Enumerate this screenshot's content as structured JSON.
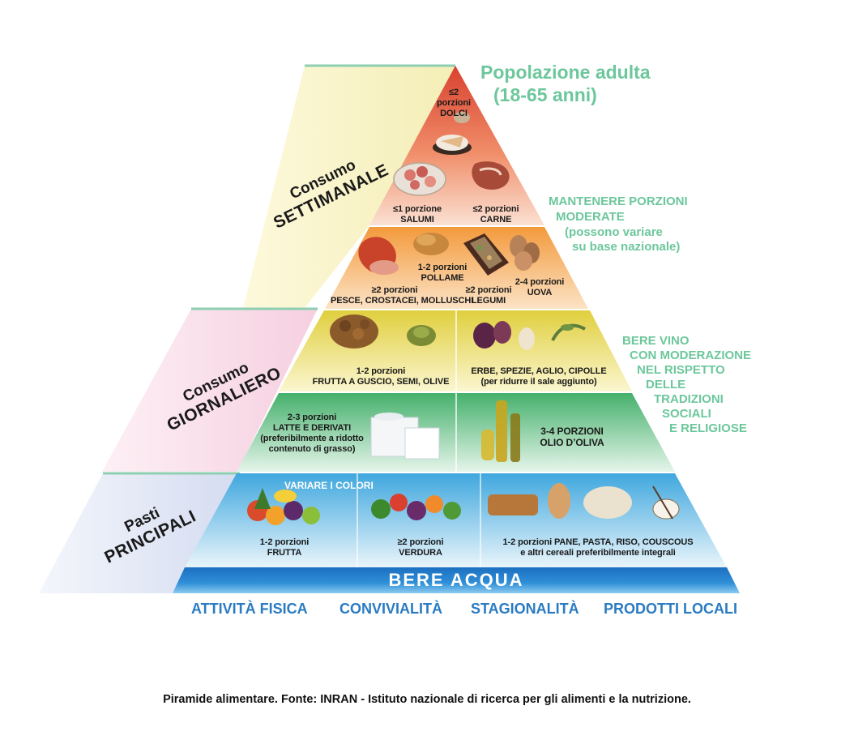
{
  "header": {
    "population": [
      "Popolazione adulta",
      "(18-65 anni)"
    ]
  },
  "sections": {
    "weekly": {
      "line1": "Consumo",
      "line2": "SETTIMANALE"
    },
    "daily": {
      "line1": "Consumo",
      "line2": "GIORNALIERO"
    },
    "main": {
      "line1": "Pasti",
      "line2": "PRINCIPALI"
    }
  },
  "notes": {
    "moderate": [
      "MANTENERE PORZIONI",
      "MODERATE",
      "(possono variare",
      "su base nazionale)"
    ],
    "wine": [
      "BERE VINO",
      "CON MODERAZIONE",
      "NEL RISPETTO",
      "DELLE",
      "TRADIZIONI",
      "SOCIALI",
      "E RELIGIOSE"
    ]
  },
  "tiers": {
    "dolci": [
      "≤2",
      "porzioni",
      "DOLCI"
    ],
    "salumi": [
      "≤1 porzione",
      "SALUMI"
    ],
    "carne": [
      "≤2 porzioni",
      "CARNE"
    ],
    "pollame": [
      "1-2 porzioni",
      "POLLAME"
    ],
    "pesce": [
      "≥2 porzioni",
      "PESCE, CROSTACEI, MOLLUSCHI"
    ],
    "legumi": [
      "≥2 porzioni",
      "LEGUMI"
    ],
    "uova": [
      "2-4 porzioni",
      "UOVA"
    ],
    "frutta_guscio": [
      "1-2 porzioni",
      "FRUTTA A GUSCIO, SEMI, OLIVE"
    ],
    "erbe": [
      "ERBE, SPEZIE, AGLIO, CIPOLLE",
      "(per ridurre il sale aggiunto)"
    ],
    "latte": [
      "2-3 porzioni",
      "LATTE E DERIVATI",
      "(preferibilmente a ridotto",
      "contenuto di grasso)"
    ],
    "olio": [
      "3-4 PORZIONI",
      "OLIO D’OLIVA"
    ],
    "variare": "VARIARE I COLORI",
    "frutta": [
      "1-2 porzioni",
      "FRUTTA"
    ],
    "verdura": [
      "≥2 porzioni",
      "VERDURA"
    ],
    "cereali": [
      "1-2 porzioni PANE, PASTA, RISO, COUSCOUS",
      "e altri cereali preferibilmente integrali"
    ],
    "water": "BERE ACQUA"
  },
  "footer": [
    "ATTIVITÀ FISICA",
    "CONVIVIALITÀ",
    "STAGIONALITÀ",
    "PRODOTTI LOCALI"
  ],
  "caption": "Piramide alimentare. Fonte: INRAN - Istituto nazionale di ricerca per gli alimenti e la nutrizione.",
  "colors": {
    "accent_green": "#6cc79b",
    "footer_blue": "#2a7bc2",
    "water_blue": "#1f74c4"
  }
}
